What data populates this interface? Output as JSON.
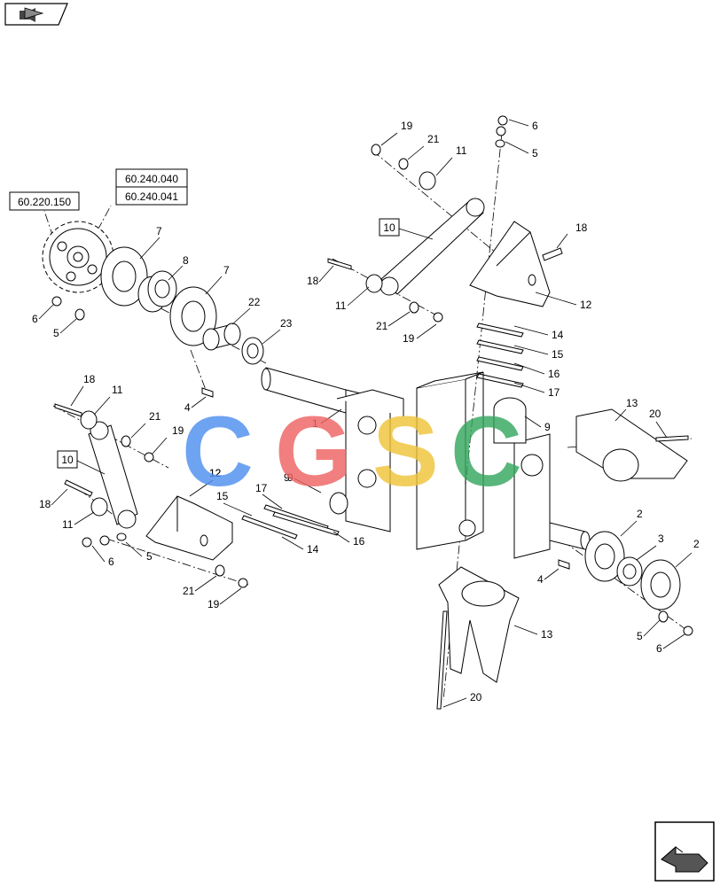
{
  "header": {
    "icon": "book-arrow-icon"
  },
  "footer": {
    "icon": "next-page-arrow-icon"
  },
  "references": [
    "60.220.150",
    "60.240.040",
    "60.240.041"
  ],
  "boxed_callouts": [
    "10",
    "10"
  ],
  "callouts": [
    "1",
    "2",
    "2",
    "3",
    "4",
    "4",
    "5",
    "5",
    "5",
    "5",
    "6",
    "6",
    "6",
    "6",
    "7",
    "7",
    "8",
    "9",
    "9",
    "9",
    "11",
    "11",
    "11",
    "11",
    "12",
    "12",
    "12",
    "13",
    "13",
    "14",
    "14",
    "15",
    "15",
    "16",
    "16",
    "17",
    "17",
    "18",
    "18",
    "18",
    "18",
    "19",
    "19",
    "19",
    "19",
    "20",
    "20",
    "21",
    "21",
    "21",
    "21",
    "22",
    "23"
  ],
  "watermark": {
    "text": "CGSC",
    "colors": [
      "#4f8ff0",
      "#ee6464",
      "#f0c43a",
      "#36a860"
    ]
  }
}
